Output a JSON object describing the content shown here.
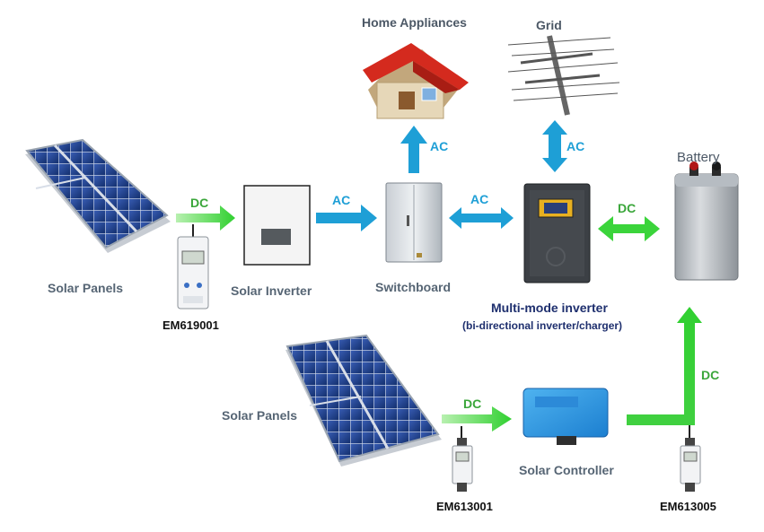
{
  "labels": {
    "home_appliances": "Home Appliances",
    "grid": "Grid",
    "battery": "Battery",
    "solar_panels_top": "Solar Panels",
    "solar_inverter": "Solar  Inverter",
    "switchboard": "Switchboard",
    "multimode_inverter": "Multi-mode inverter",
    "multimode_inverter_sub": "(bi-directional inverter/charger)",
    "solar_panels_bottom": "Solar Panels",
    "solar_controller": "Solar Controller"
  },
  "flows": {
    "dc_top": "DC",
    "ac_inverter_switch": "AC",
    "ac_switch_home": "AC",
    "ac_switch_multimode": "AC",
    "ac_grid": "AC",
    "dc_battery": "DC",
    "dc_bottom": "DC",
    "dc_controller_battery": "DC"
  },
  "meters": {
    "top": "EM619001",
    "bottom_left": "EM613001",
    "bottom_right": "EM613005"
  },
  "colors": {
    "ac_arrow": "#1e9fd6",
    "dc_arrow": "#3bd43b",
    "label_gray": "#4a5866",
    "inverter_label": "#1e2f6e"
  }
}
